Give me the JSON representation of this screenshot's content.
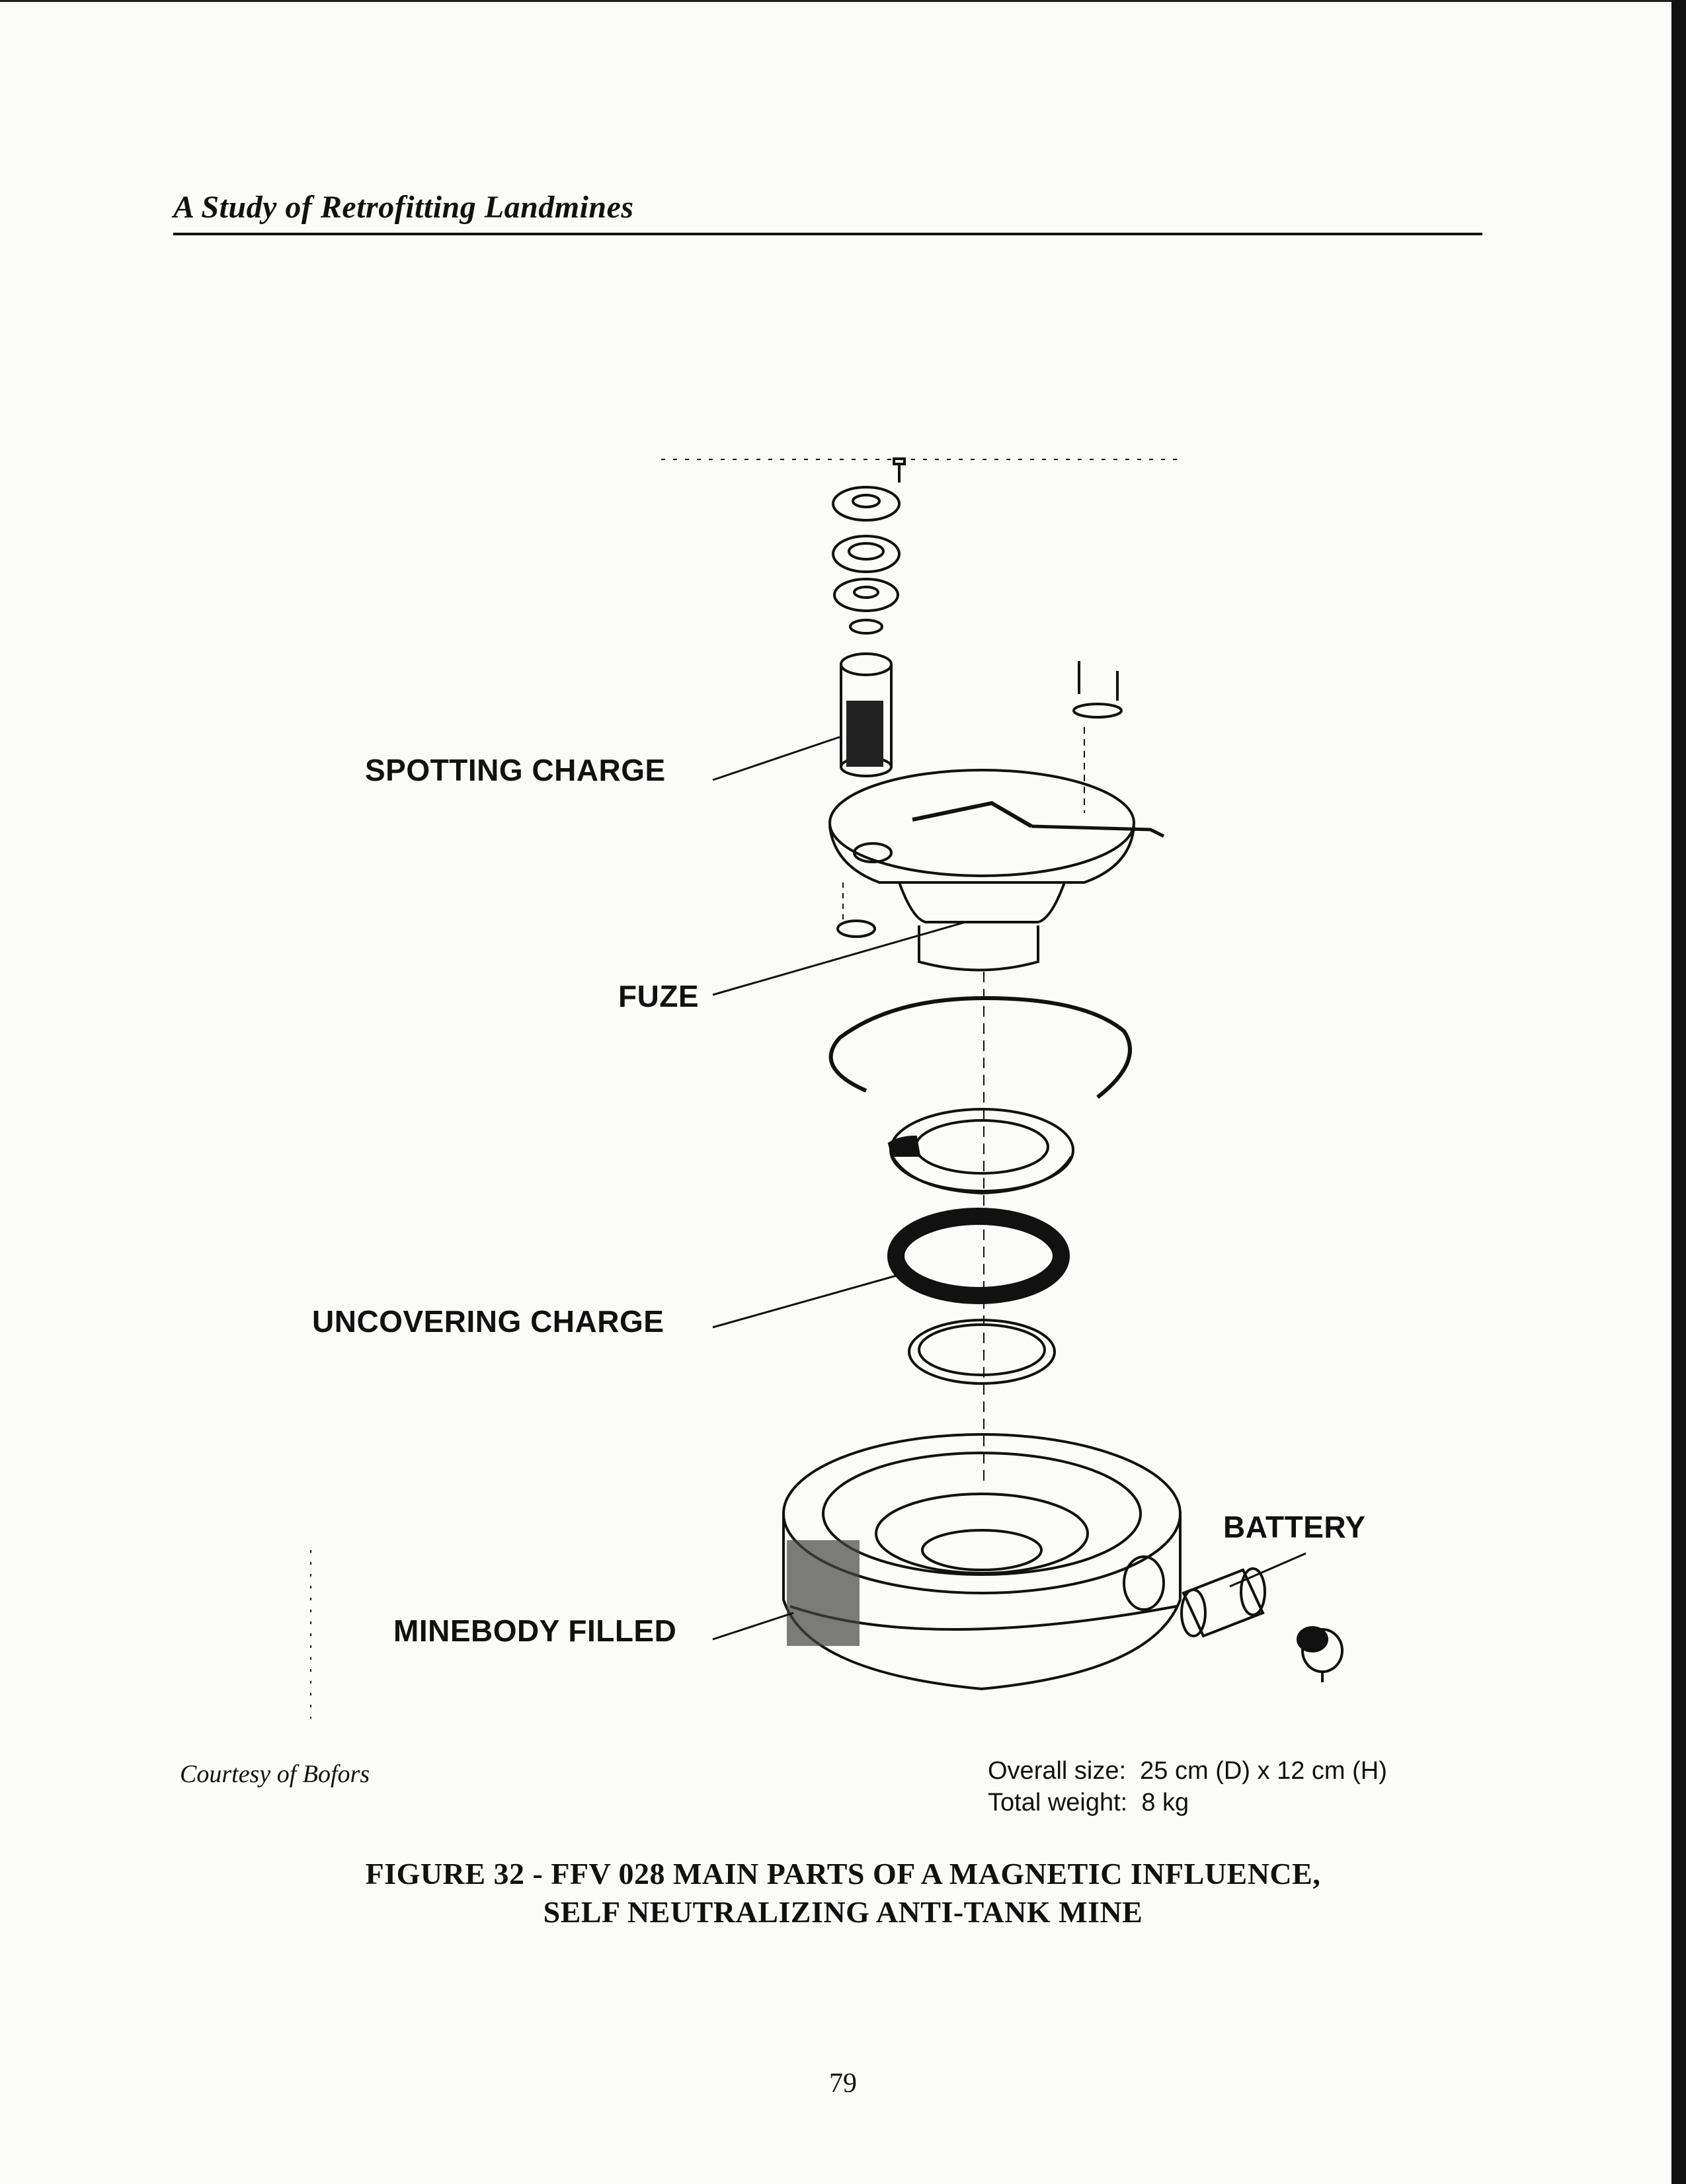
{
  "running_head": "A Study of Retrofitting Landmines",
  "figure": {
    "labels": {
      "spotting_charge": "SPOTTING CHARGE",
      "fuze": "FUZE",
      "uncovering_charge": "UNCOVERING CHARGE",
      "battery": "BATTERY",
      "minebody_filled": "MINEBODY FILLED"
    }
  },
  "courtesy": "Courtesy of Bofors",
  "specs": {
    "size": "Overall size:  25 cm (D) x 12 cm (H)",
    "weight": "Total weight:  8 kg"
  },
  "caption": {
    "line1": "FIGURE 32 - FFV 028 MAIN PARTS OF A MAGNETIC INFLUENCE,",
    "line2": "SELF NEUTRALIZING ANTI-TANK MINE"
  },
  "page_number": "79"
}
